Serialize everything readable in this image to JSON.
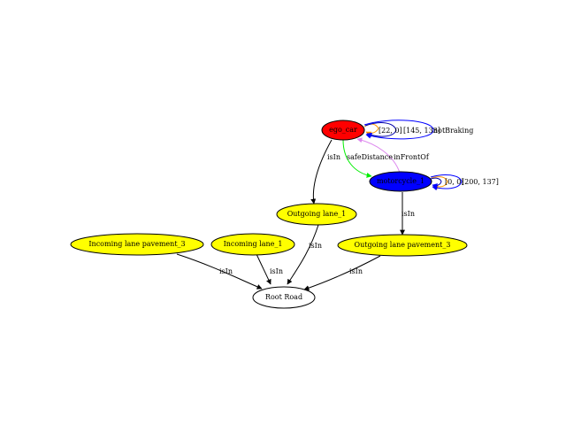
{
  "graph": {
    "nodes": [
      {
        "id": "ego",
        "label": "ego_car",
        "fill": "#ff0000"
      },
      {
        "id": "moto",
        "label": "motorcycle_1",
        "fill": "#0000ff"
      },
      {
        "id": "out1",
        "label": "Outgoing lane_1",
        "fill": "#ffff00"
      },
      {
        "id": "inpav",
        "label": "Incoming lane pavement_3",
        "fill": "#ffff00"
      },
      {
        "id": "in1",
        "label": "Incoming lane_1",
        "fill": "#ffff00"
      },
      {
        "id": "outpav",
        "label": "Outgoing lane pavement_3",
        "fill": "#ffff00"
      },
      {
        "id": "root",
        "label": "Root Road",
        "fill": "#ffffff"
      }
    ],
    "edge_labels": {
      "ego_self": "[22, 0]",
      "ego_self2": "[145, 133]",
      "ego_notbraking": "notBraking",
      "ego_isin": "isIn",
      "safe_distance": "safeDistance",
      "in_front_of": "inFrontOf",
      "moto_self": "[0, 0]",
      "moto_self2": "[200, 137]",
      "moto_isin": "isIn",
      "out1_isin": "isIn",
      "inpav_isin": "isIn",
      "in1_isin": "isIn",
      "outpav_isin": "isIn"
    }
  }
}
